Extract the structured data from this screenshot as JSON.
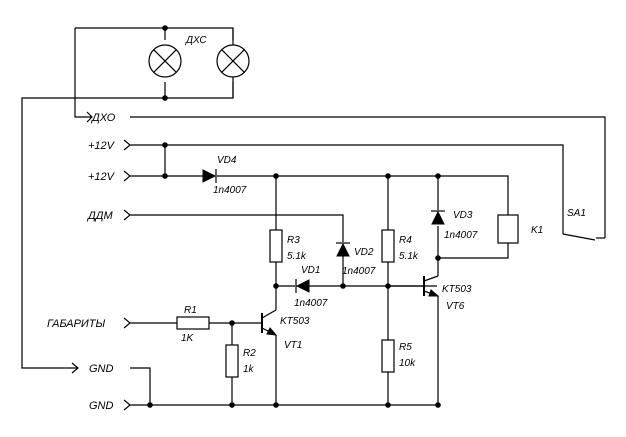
{
  "terminals": {
    "dho": "ДХО",
    "v12_a": "+12V",
    "v12_b": "+12V",
    "ddm": "ДДМ",
    "gabarity": "ГАБАРИТЫ",
    "gnd_a": "GND",
    "gnd_b": "GND"
  },
  "lamp": {
    "ref": "ДХС"
  },
  "diodes": {
    "vd4": {
      "ref": "VD4",
      "part": "1n4007"
    },
    "vd1": {
      "ref": "VD1",
      "part": "1n4007"
    },
    "vd2": {
      "ref": "VD2",
      "part": "1n4007"
    },
    "vd3": {
      "ref": "VD3",
      "part": "1n4007"
    }
  },
  "resistors": {
    "r1": {
      "ref": "R1",
      "value": "1K"
    },
    "r2": {
      "ref": "R2",
      "value": "1k"
    },
    "r3": {
      "ref": "R3",
      "value": "5.1k"
    },
    "r4": {
      "ref": "R4",
      "value": "5.1k"
    },
    "r5": {
      "ref": "R5",
      "value": "10k"
    }
  },
  "transistors": {
    "vt1": {
      "ref": "VT1",
      "part": "KT503"
    },
    "vt6": {
      "ref": "VT6",
      "part": "KT503"
    }
  },
  "relay": {
    "ref": "K1"
  },
  "switch": {
    "ref": "SA1"
  }
}
